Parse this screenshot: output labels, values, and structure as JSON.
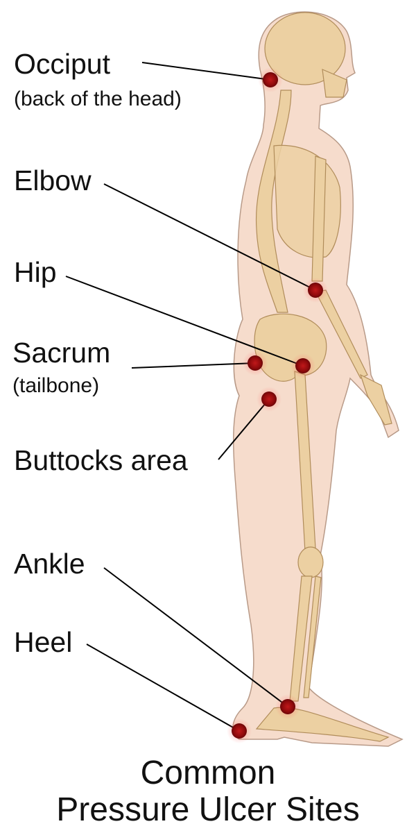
{
  "title": {
    "line1": "Common",
    "line2": "Pressure Ulcer Sites"
  },
  "sites": [
    {
      "label": "Occiput",
      "sublabel": "(back of the head)"
    },
    {
      "label": "Elbow"
    },
    {
      "label": "Hip"
    },
    {
      "label": "Sacrum",
      "sublabel": "(tailbone)"
    },
    {
      "label": "Buttocks area"
    },
    {
      "label": "Ankle"
    },
    {
      "label": "Heel"
    }
  ],
  "colors": {
    "skin": "#f6dccc",
    "bone": "#ecd0a2",
    "marker": "#a80d10",
    "line": "#000000"
  }
}
